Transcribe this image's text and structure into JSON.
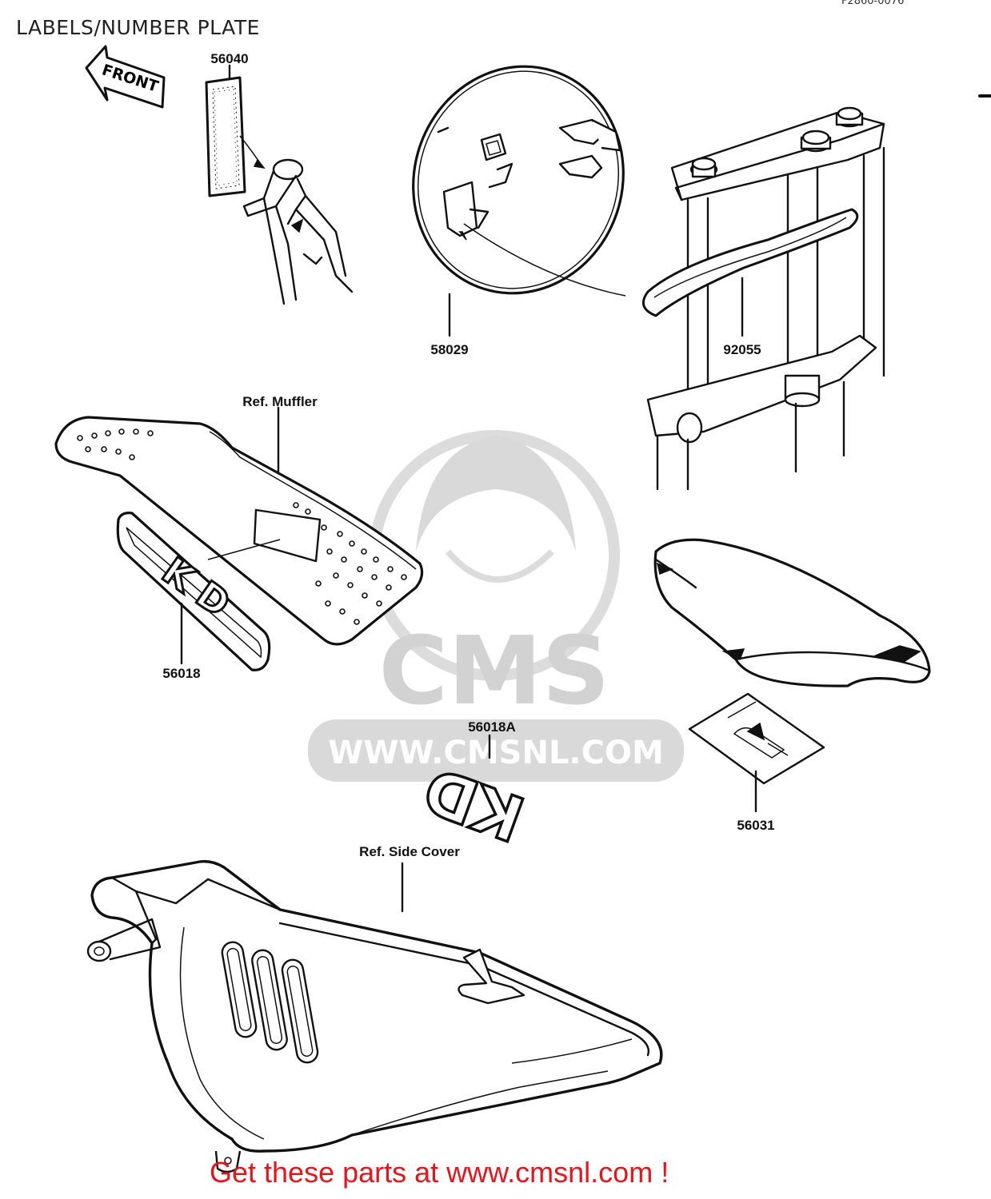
{
  "page": {
    "title": "LABELS/NUMBER PLATE",
    "ref_code": "F2860-0076"
  },
  "labels": {
    "front_arrow": "FRONT",
    "kd_plate": "K D",
    "kd_decal": "KD",
    "p56040": "56040",
    "p58029": "58029",
    "p92055": "92055",
    "ref_muffler": "Ref.  Muffler",
    "p56018": "56018",
    "p56018a": "56018A",
    "p56031": "56031",
    "ref_side_cover": "Ref.  Side Cover"
  },
  "watermark": {
    "brand": "CMS",
    "url": "WWW.CMSNL.COM"
  },
  "footer": {
    "text": "Get these parts at www.cmsnl.com !"
  }
}
